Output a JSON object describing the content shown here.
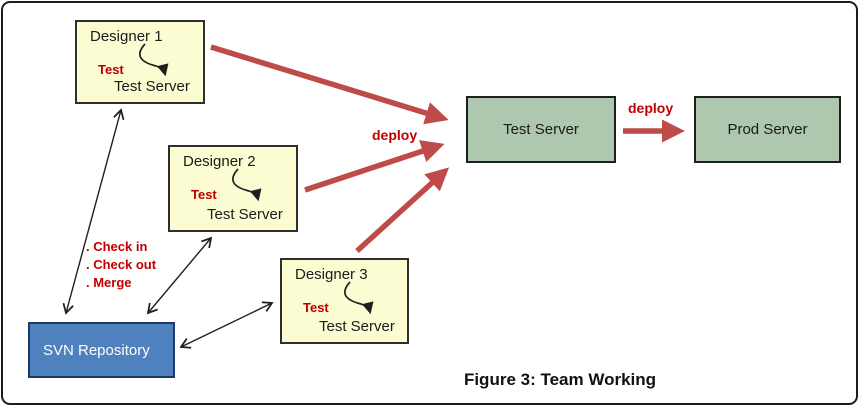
{
  "figure": {
    "caption": "Figure 3: Team Working"
  },
  "nodes": {
    "designers": [
      {
        "title": "Designer 1",
        "test": "Test",
        "server": "Test Server"
      },
      {
        "title": "Designer 2",
        "test": "Test",
        "server": "Test Server"
      },
      {
        "title": "Designer 3",
        "test": "Test",
        "server": "Test Server"
      }
    ],
    "repository": "SVN Repository",
    "test_server": "Test Server",
    "prod_server": "Prod Server"
  },
  "labels": {
    "deploy_designers": "deploy",
    "deploy_prod": "deploy",
    "svn_actions": [
      ". Check in",
      ". Check out",
      ". Merge"
    ]
  },
  "colors": {
    "designer_fill": "#FCFCD2",
    "server_fill": "#AEC8B0",
    "repository_fill": "#4E81BD",
    "arrow_red": "#BE4B48",
    "label_red": "#C00000",
    "line_black": "#1f1f1f"
  }
}
